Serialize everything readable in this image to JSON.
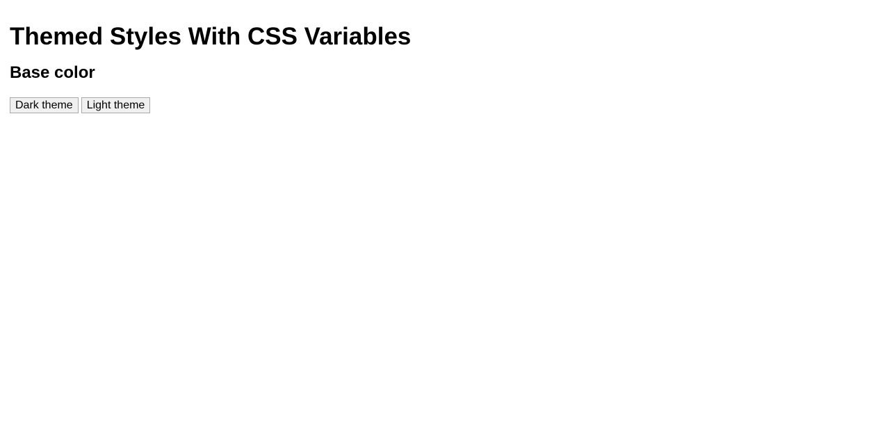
{
  "page": {
    "title": "Themed Styles With CSS Variables",
    "subtitle": "Base color"
  },
  "buttons": {
    "dark_label": "Dark theme",
    "light_label": "Light theme"
  },
  "colors": {
    "background": "#ffffff",
    "text": "#000000",
    "button_background": "#f0f0f0",
    "button_border": "#a8a8a8"
  }
}
